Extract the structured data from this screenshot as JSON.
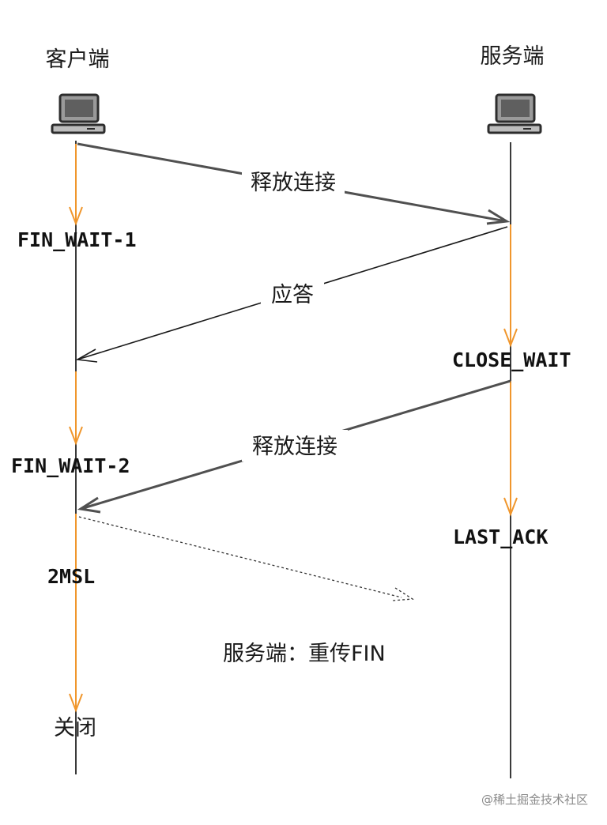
{
  "parties": {
    "client": "客户端",
    "server": "服务端"
  },
  "icons": {
    "client": "computer-icon",
    "server": "computer-icon"
  },
  "messages": {
    "fin_client": "释放连接",
    "ack_server": "应答",
    "fin_server": "释放连接",
    "retransmit_note": "服务端：重传FIN"
  },
  "client_states": {
    "fin_wait_1": "FIN_WAIT-1",
    "fin_wait_2": "FIN_WAIT-2",
    "two_msl": "2MSL",
    "closed": "关闭"
  },
  "server_states": {
    "close_wait": "CLOSE_WAIT",
    "last_ack": "LAST_ACK"
  },
  "watermark": "@稀土掘金技术社区",
  "colors": {
    "lifeline": "#3a3a3a",
    "message": "#505050",
    "state_arrow": "#f0962c"
  }
}
